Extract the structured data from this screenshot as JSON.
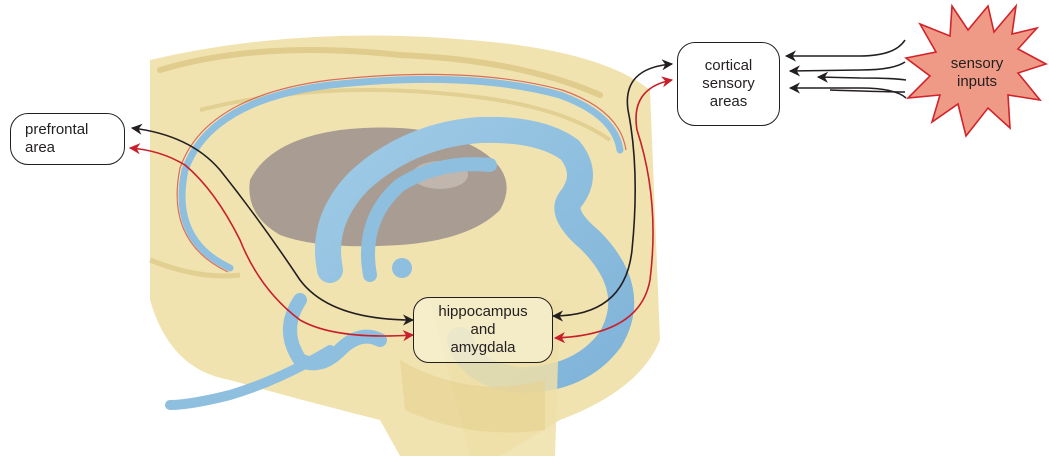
{
  "colors": {
    "background": "#ffffff",
    "brain_tissue": "#f1e3b0",
    "brain_tissue_dark": "#d8c27e",
    "gray_matter": "#a89c93",
    "ventricle_blue": "#8ebfdf",
    "pathway_black": "#231f20",
    "pathway_red": "#c8202b",
    "burst_fill": "#ee9a86",
    "burst_stroke": "#d2232a"
  },
  "labels": {
    "prefrontal": [
      "prefrontal",
      "area"
    ],
    "cortical": [
      "cortical",
      "sensory",
      "areas"
    ],
    "hippocampus": [
      "hippocampus",
      "and",
      "amygdala"
    ],
    "sensory": [
      "sensory",
      "inputs"
    ]
  },
  "icons": {
    "burst": "starburst-icon",
    "arrowhead": "arrowhead-icon"
  }
}
